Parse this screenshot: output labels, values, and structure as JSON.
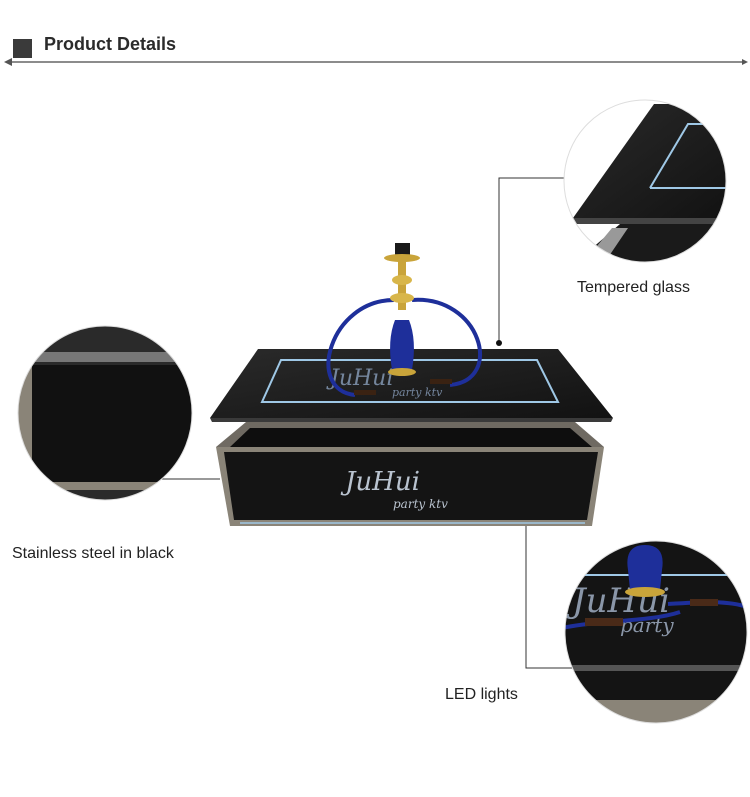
{
  "header": {
    "title": "Product Details"
  },
  "callouts": {
    "glass": "Tempered glass",
    "steel": "Stainless steel in black",
    "led": "LED lights"
  },
  "branding": {
    "name": "JuHui",
    "tagline": "party ktv"
  },
  "colors": {
    "glass": "#1f1f1f",
    "frame": "#8a8478",
    "led": "#9fc8e6",
    "hookah": "#1e2f9a",
    "brass": "#c9a43a"
  }
}
